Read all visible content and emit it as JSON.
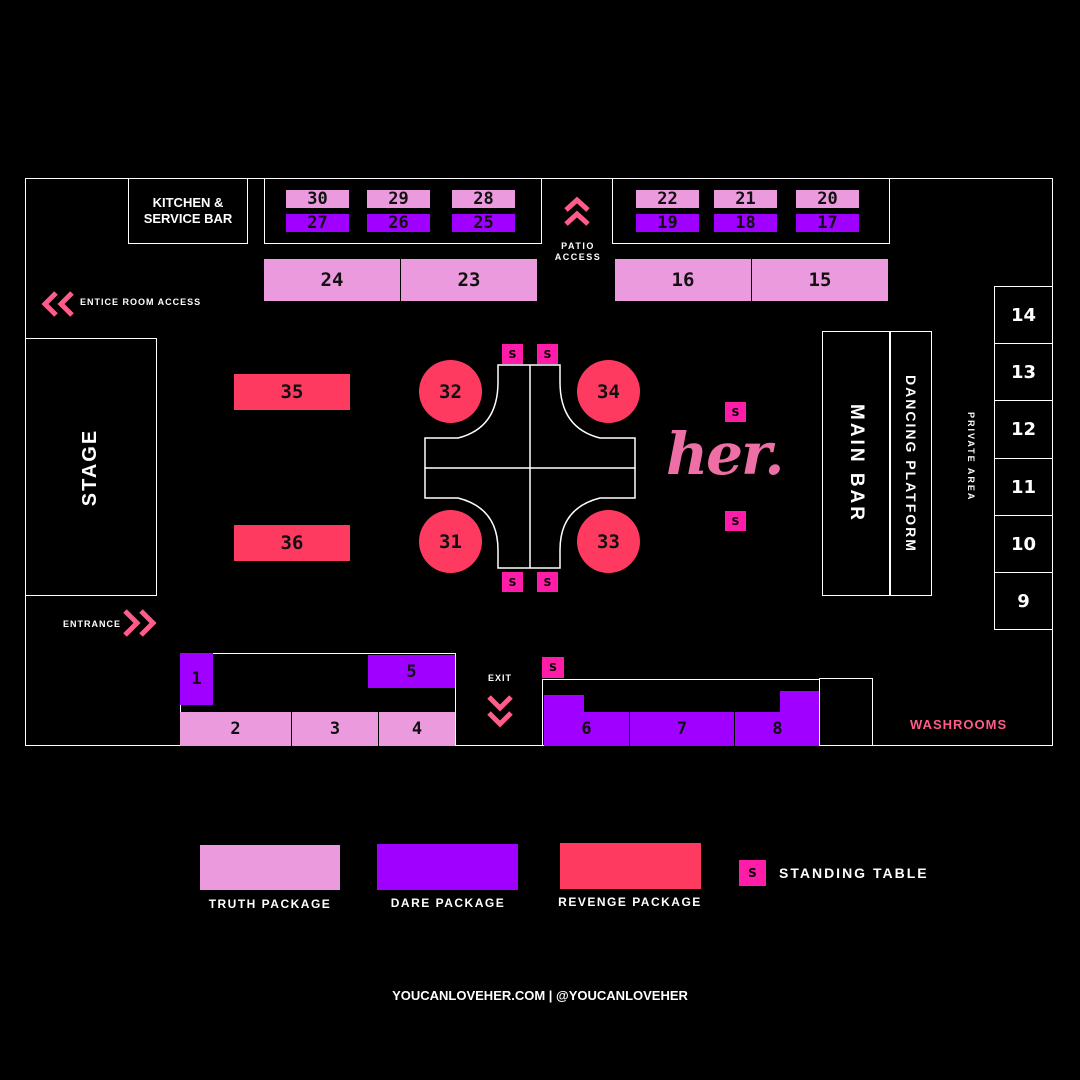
{
  "rooms": {
    "kitchen": "KITCHEN &\nSERVICE BAR",
    "patio": "PATIO\nACCESS",
    "entice": "ENTICE ROOM ACCESS",
    "stage": "STAGE",
    "entrance": "ENTRANCE",
    "exit": "EXIT",
    "main_bar": "MAIN BAR",
    "dancing_platform": "DANCING PLATFORM",
    "private_area": "PRIVATE AREA",
    "washrooms": "WASHROOMS",
    "logo": "her."
  },
  "tables": {
    "t30": "30",
    "t29": "29",
    "t28": "28",
    "t27": "27",
    "t26": "26",
    "t25": "25",
    "t22": "22",
    "t21": "21",
    "t20": "20",
    "t19": "19",
    "t18": "18",
    "t17": "17",
    "t24": "24",
    "t23": "23",
    "t16": "16",
    "t15": "15",
    "t35": "35",
    "t36": "36",
    "t32": "32",
    "t34": "34",
    "t31": "31",
    "t33": "33",
    "t14": "14",
    "t13": "13",
    "t12": "12",
    "t11": "11",
    "t10": "10",
    "t9": "9",
    "t1": "1",
    "t2": "2",
    "t3": "3",
    "t4": "4",
    "t5": "5",
    "t6": "6",
    "t7": "7",
    "t8": "8"
  },
  "standing_marker": "S",
  "legend": {
    "truth": "TRUTH PACKAGE",
    "dare": "DARE PACKAGE",
    "revenge": "REVENGE PACKAGE",
    "standing": "STANDING TABLE"
  },
  "colors": {
    "truth": "#EC9ADE",
    "dare": "#A000FF",
    "revenge": "#FF3A60",
    "standing": "#FF1CA8",
    "accent": "#FF5C8A"
  },
  "footer": "YOUCANLOVEHER.COM | @YOUCANLOVEHER"
}
